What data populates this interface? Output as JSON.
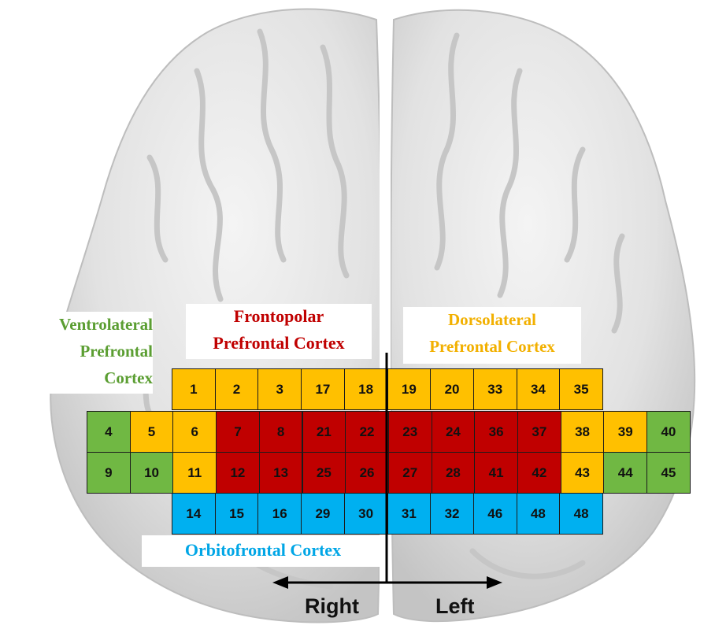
{
  "colors": {
    "frontopolar": "#c00000",
    "dorsolateral": "#ffc000",
    "ventrolateral": "#70b843",
    "orbitofrontal": "#00b0f0",
    "brain_fill": "#e7e7e7",
    "brain_shade": "#c9c9c9"
  },
  "regions": {
    "ventrolateral": {
      "line1": "Ventrolateral",
      "line2": "Prefrontal",
      "line3": "Cortex"
    },
    "frontopolar": {
      "line1": "Frontopolar",
      "line2": "Prefrontal Cortex"
    },
    "dorsolateral": {
      "line1": "Dorsolateral",
      "line2": "Prefrontal Cortex"
    },
    "orbitofrontal": {
      "line1": "Orbitofrontal Cortex"
    }
  },
  "directions": {
    "right": "Right",
    "left": "Left"
  },
  "channel_rows": [
    [
      {
        "n": "1",
        "region": "dorsolateral"
      },
      {
        "n": "2",
        "region": "dorsolateral"
      },
      {
        "n": "3",
        "region": "dorsolateral"
      },
      {
        "n": "17",
        "region": "dorsolateral"
      },
      {
        "n": "18",
        "region": "dorsolateral"
      },
      {
        "n": "19",
        "region": "dorsolateral"
      },
      {
        "n": "20",
        "region": "dorsolateral"
      },
      {
        "n": "33",
        "region": "dorsolateral"
      },
      {
        "n": "34",
        "region": "dorsolateral"
      },
      {
        "n": "35",
        "region": "dorsolateral"
      }
    ],
    [
      {
        "n": "4",
        "region": "ventrolateral"
      },
      {
        "n": "5",
        "region": "dorsolateral"
      },
      {
        "n": "6",
        "region": "dorsolateral"
      },
      {
        "n": "7",
        "region": "frontopolar"
      },
      {
        "n": "8",
        "region": "frontopolar"
      },
      {
        "n": "21",
        "region": "frontopolar"
      },
      {
        "n": "22",
        "region": "frontopolar"
      },
      {
        "n": "23",
        "region": "frontopolar"
      },
      {
        "n": "24",
        "region": "frontopolar"
      },
      {
        "n": "36",
        "region": "frontopolar"
      },
      {
        "n": "37",
        "region": "frontopolar"
      },
      {
        "n": "38",
        "region": "dorsolateral"
      },
      {
        "n": "39",
        "region": "dorsolateral"
      },
      {
        "n": "40",
        "region": "ventrolateral"
      }
    ],
    [
      {
        "n": "9",
        "region": "ventrolateral"
      },
      {
        "n": "10",
        "region": "ventrolateral"
      },
      {
        "n": "11",
        "region": "dorsolateral"
      },
      {
        "n": "12",
        "region": "frontopolar"
      },
      {
        "n": "13",
        "region": "frontopolar"
      },
      {
        "n": "25",
        "region": "frontopolar"
      },
      {
        "n": "26",
        "region": "frontopolar"
      },
      {
        "n": "27",
        "region": "frontopolar"
      },
      {
        "n": "28",
        "region": "frontopolar"
      },
      {
        "n": "41",
        "region": "frontopolar"
      },
      {
        "n": "42",
        "region": "frontopolar"
      },
      {
        "n": "43",
        "region": "dorsolateral"
      },
      {
        "n": "44",
        "region": "ventrolateral"
      },
      {
        "n": "45",
        "region": "ventrolateral"
      }
    ],
    [
      {
        "n": "14",
        "region": "orbitofrontal"
      },
      {
        "n": "15",
        "region": "orbitofrontal"
      },
      {
        "n": "16",
        "region": "orbitofrontal"
      },
      {
        "n": "29",
        "region": "orbitofrontal"
      },
      {
        "n": "30",
        "region": "orbitofrontal"
      },
      {
        "n": "31",
        "region": "orbitofrontal"
      },
      {
        "n": "32",
        "region": "orbitofrontal"
      },
      {
        "n": "46",
        "region": "orbitofrontal"
      },
      {
        "n": "48",
        "region": "orbitofrontal"
      },
      {
        "n": "48",
        "region": "orbitofrontal"
      }
    ]
  ]
}
